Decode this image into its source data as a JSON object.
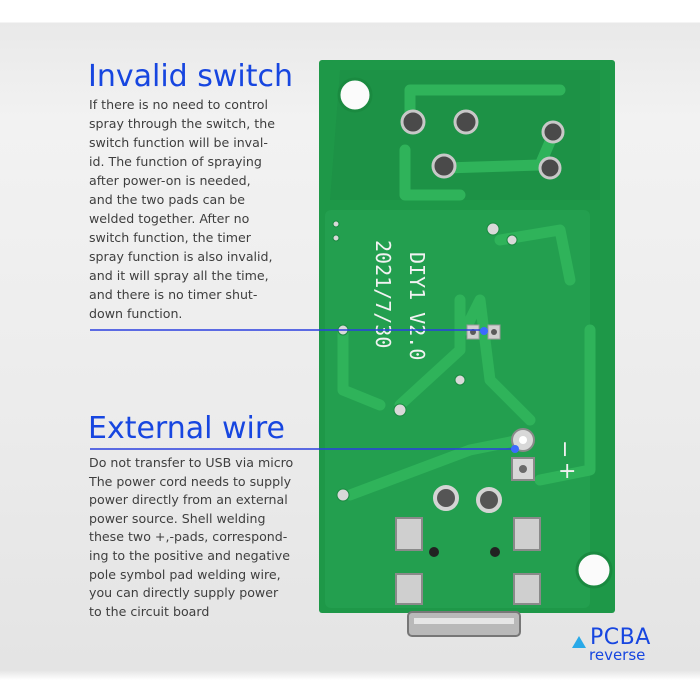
{
  "sections": [
    {
      "heading": "Invalid switch",
      "lines": [
        "If there is no need to control",
        "spray through the switch, the",
        "switch function will be inval-",
        "id. The function of spraying",
        "after power-on is needed,",
        "and the two pads can be",
        "welded together. After no",
        "switch function, the timer",
        "spray function is also invalid,",
        "and it will spray all the time,",
        "and there is no timer shut-",
        "down function."
      ]
    },
    {
      "heading": "External wire",
      "lines": [
        "Do not transfer to USB via micro",
        "The power cord needs to supply",
        "power directly from an external",
        "power source. Shell welding",
        "these two +,-pads, correspond-",
        "ing to the positive and negative",
        "pole symbol pad welding wire,",
        "you can directly supply power",
        "to the circuit board"
      ]
    }
  ],
  "board": {
    "silkscreen_line1": "DIY1 V2.0",
    "silkscreen_line2": "2021/7/30",
    "minus_symbol": "−",
    "plus_symbol": "+"
  },
  "badge": {
    "title": "PCBA",
    "subtitle": "reverse"
  },
  "colors": {
    "heading": "#1746e0",
    "pcb": "#1f9a4c",
    "trace": "#2fb35a",
    "callout_line": "#2a3fe0"
  }
}
